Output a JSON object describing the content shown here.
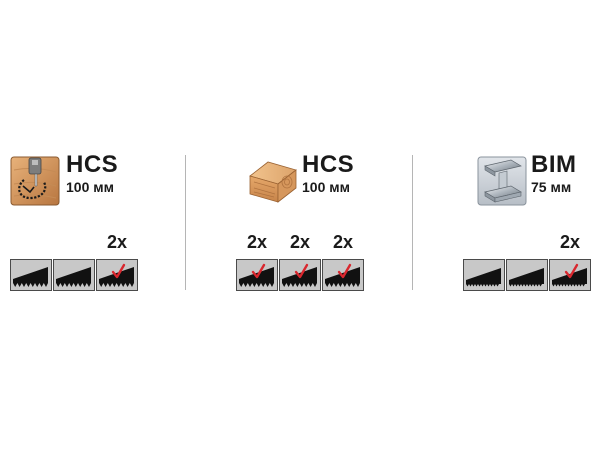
{
  "groups": [
    {
      "material_icon": "wood-curve-cut-icon",
      "blade_type": "HCS",
      "blade_length": "100 мм",
      "tiles": [
        {
          "icon": "cut-coarse-icon",
          "checked": false,
          "qty": ""
        },
        {
          "icon": "cut-coarse-icon",
          "checked": false,
          "qty": ""
        },
        {
          "icon": "cut-coarse-checked-icon",
          "checked": true,
          "qty": "2x"
        }
      ]
    },
    {
      "material_icon": "wood-beam-icon",
      "blade_type": "HCS",
      "blade_length": "100 мм",
      "tiles": [
        {
          "icon": "cut-coarse-checked-icon",
          "checked": true,
          "qty": "2x"
        },
        {
          "icon": "cut-coarse-checked-icon",
          "checked": true,
          "qty": "2x"
        },
        {
          "icon": "cut-coarse-checked-icon",
          "checked": true,
          "qty": "2x"
        }
      ]
    },
    {
      "material_icon": "steel-i-beam-icon",
      "blade_type": "BIM",
      "blade_length": "75 мм",
      "tiles": [
        {
          "icon": "cut-fine-icon",
          "checked": false,
          "qty": ""
        },
        {
          "icon": "cut-fine-icon",
          "checked": false,
          "qty": ""
        },
        {
          "icon": "cut-fine-checked-icon",
          "checked": true,
          "qty": "2x"
        }
      ]
    }
  ],
  "colors": {
    "tile_border": "#4a4a4a",
    "tile_bg": "#c8c8c8",
    "blade": "#111111",
    "check": "#d9272e",
    "divider": "#b5b5b5"
  }
}
